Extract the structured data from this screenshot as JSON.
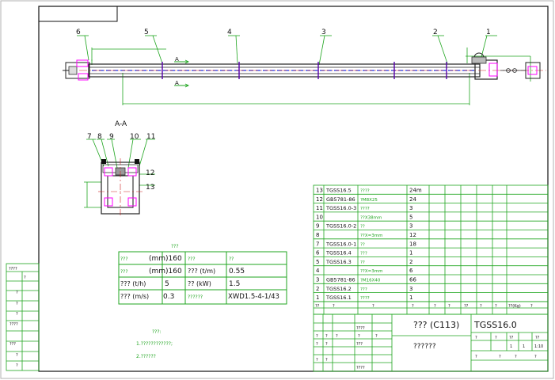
{
  "callouts_main": [
    "6",
    "5",
    "4",
    "3",
    "2",
    "1"
  ],
  "section_label": "A-A",
  "section_marker": "A",
  "callouts_section": [
    "7",
    "8",
    "9",
    "10",
    "11",
    "12",
    "13"
  ],
  "params_title": "???",
  "params": {
    "r1": {
      "k1": "???",
      "v1": "(mm)160",
      "k2": "???",
      "v2": "??"
    },
    "r2": {
      "k1": "???",
      "v1": "(mm)160",
      "k2": "??? (t/m)",
      "v2": "0.55"
    },
    "r3": {
      "k1": "??? (t/h)",
      "v1": "5",
      "k2": "?? (kW)",
      "v2": "1.5"
    },
    "r4": {
      "k1": "??? (m/s)",
      "v1": "0.3",
      "k2": "??????",
      "v2": "XWD1.5-4-1/43"
    }
  },
  "notes_title": "???:",
  "notes": [
    "1.????????????;",
    "2.??????"
  ],
  "bom": [
    {
      "no": "13",
      "code": "TGSS16.5",
      "name": "????",
      "qty": "24m"
    },
    {
      "no": "12",
      "code": "GB5781-86",
      "name": "?M8X25",
      "qty": "24"
    },
    {
      "no": "11",
      "code": "TGSS16.0-3",
      "name": "????",
      "qty": "3"
    },
    {
      "no": "10",
      "code": "",
      "name": "??X38mm",
      "qty": "5"
    },
    {
      "no": "9",
      "code": "TGSS16.0-2",
      "name": "??",
      "qty": "3"
    },
    {
      "no": "8",
      "code": "",
      "name": "??X=3mm",
      "qty": "12"
    },
    {
      "no": "7",
      "code": "TGSS16.0-1",
      "name": "??",
      "qty": "18"
    },
    {
      "no": "6",
      "code": "TGSS16.4",
      "name": "???",
      "qty": "1"
    },
    {
      "no": "5",
      "code": "TGSS16.3",
      "name": "??",
      "qty": "2"
    },
    {
      "no": "4",
      "code": "",
      "name": "??X=3mm",
      "qty": "6"
    },
    {
      "no": "3",
      "code": "GB5781-86",
      "name": "?M16X40",
      "qty": "66"
    },
    {
      "no": "2",
      "code": "TGSS16.2",
      "name": "???",
      "qty": "3"
    },
    {
      "no": "1",
      "code": "TGSS16.1",
      "name": "????",
      "qty": "1"
    }
  ],
  "bom_header": [
    "??",
    "?",
    "?",
    "?",
    "?",
    "?",
    "??",
    "?",
    "?",
    "??(Kg)",
    "?"
  ],
  "title_block": {
    "name": "???  (C113)",
    "code": "TGSS16.0",
    "subtitle": "??????",
    "scale_hdr": [
      "?",
      "?",
      "??",
      "??"
    ],
    "scale_vals": [
      "1",
      "1",
      "1:10"
    ],
    "sheet": [
      "?",
      "?",
      "?",
      "?"
    ],
    "sign_labels": [
      "?",
      "?",
      "?",
      "?",
      "?",
      "?",
      "?",
      "???",
      "?",
      "?"
    ],
    "std": "????",
    "proc": "????"
  },
  "side_stamp": {
    "lines": [
      "????",
      "?",
      "?",
      "?",
      "?",
      "????",
      "???",
      "?",
      "?"
    ]
  }
}
